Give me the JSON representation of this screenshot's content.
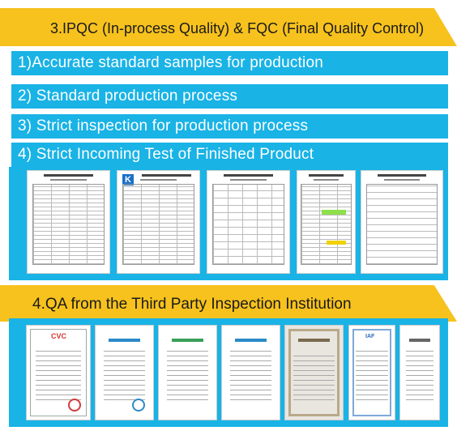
{
  "section_ipqc": {
    "title": "3.IPQC (In-process Quality) & FQC (Final Quality Control)"
  },
  "items": [
    "1)Accurate standard samples for production",
    "2) Standard production process",
    "3) Strict inspection for production process",
    "4) Strict Incoming Test of Finished Product"
  ],
  "section_qa": {
    "title": "4.QA from the Third Party Inspection Institution"
  },
  "inspection_documents": [
    {
      "icon": "inspection-report-document"
    },
    {
      "icon": "inspection-record-document-with-k-logo"
    },
    {
      "icon": "process-inspection-document"
    },
    {
      "icon": "test-record-document-highlighted"
    },
    {
      "icon": "finished-product-report-document"
    }
  ],
  "certificates": [
    {
      "icon": "cvc-certificate",
      "mark": "CVC"
    },
    {
      "icon": "test-report-certificate"
    },
    {
      "icon": "cosmetic-test-certificate"
    },
    {
      "icon": "cosmetic-analysis-certificate"
    },
    {
      "icon": "register-assessment-certificate"
    },
    {
      "icon": "iso-quality-system-certificate",
      "mark": "IAF"
    },
    {
      "icon": "product-test-certificate"
    }
  ],
  "colors": {
    "banner": "#f7c21e",
    "bar": "#19b3e6",
    "bar_text": "#ffffff"
  }
}
